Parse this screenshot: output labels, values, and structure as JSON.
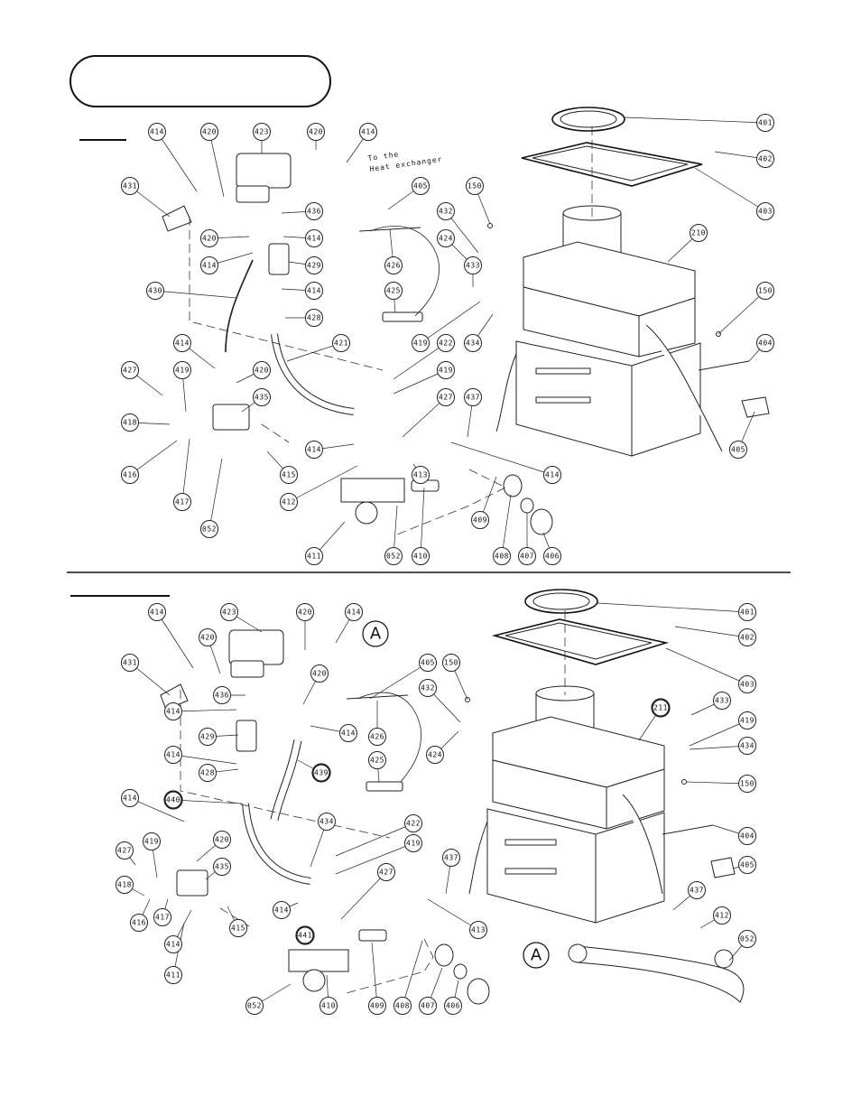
{
  "note": {
    "line1": "To the",
    "line2": "Heat exchanger"
  },
  "detail_label": "A",
  "callouts_top": [
    {
      "id": "414",
      "bold": false
    },
    {
      "id": "420",
      "bold": false
    },
    {
      "id": "423",
      "bold": false
    },
    {
      "id": "420",
      "bold": false
    },
    {
      "id": "414",
      "bold": false
    },
    {
      "id": "401",
      "bold": false
    },
    {
      "id": "402",
      "bold": false
    },
    {
      "id": "403",
      "bold": false
    },
    {
      "id": "431",
      "bold": false
    },
    {
      "id": "405",
      "bold": false
    },
    {
      "id": "150",
      "bold": false
    },
    {
      "id": "436",
      "bold": false
    },
    {
      "id": "420",
      "bold": false
    },
    {
      "id": "414",
      "bold": false
    },
    {
      "id": "432",
      "bold": false
    },
    {
      "id": "210",
      "bold": false
    },
    {
      "id": "414",
      "bold": false
    },
    {
      "id": "429",
      "bold": false
    },
    {
      "id": "424",
      "bold": false
    },
    {
      "id": "426",
      "bold": false
    },
    {
      "id": "433",
      "bold": false
    },
    {
      "id": "430",
      "bold": false
    },
    {
      "id": "414",
      "bold": false
    },
    {
      "id": "150",
      "bold": false
    },
    {
      "id": "425",
      "bold": false
    },
    {
      "id": "428",
      "bold": false
    },
    {
      "id": "421",
      "bold": false
    },
    {
      "id": "419",
      "bold": false
    },
    {
      "id": "422",
      "bold": false
    },
    {
      "id": "434",
      "bold": false
    },
    {
      "id": "414",
      "bold": false
    },
    {
      "id": "404",
      "bold": false
    },
    {
      "id": "427",
      "bold": false
    },
    {
      "id": "419",
      "bold": false
    },
    {
      "id": "420",
      "bold": false
    },
    {
      "id": "419",
      "bold": false
    },
    {
      "id": "435",
      "bold": false
    },
    {
      "id": "427",
      "bold": false
    },
    {
      "id": "437",
      "bold": false
    },
    {
      "id": "418",
      "bold": false
    },
    {
      "id": "405",
      "bold": false
    },
    {
      "id": "416",
      "bold": false
    },
    {
      "id": "414",
      "bold": false
    },
    {
      "id": "415",
      "bold": false
    },
    {
      "id": "413",
      "bold": false
    },
    {
      "id": "414",
      "bold": false
    },
    {
      "id": "417",
      "bold": false
    },
    {
      "id": "412",
      "bold": false
    },
    {
      "id": "409",
      "bold": false
    },
    {
      "id": "052",
      "bold": false
    },
    {
      "id": "411",
      "bold": false
    },
    {
      "id": "052",
      "bold": false
    },
    {
      "id": "410",
      "bold": false
    },
    {
      "id": "408",
      "bold": false
    },
    {
      "id": "407",
      "bold": false
    },
    {
      "id": "406",
      "bold": false
    }
  ],
  "callouts_bottom": [
    {
      "id": "414",
      "bold": false
    },
    {
      "id": "423",
      "bold": false
    },
    {
      "id": "420",
      "bold": false
    },
    {
      "id": "414",
      "bold": false
    },
    {
      "id": "401",
      "bold": false
    },
    {
      "id": "402",
      "bold": false
    },
    {
      "id": "420",
      "bold": false
    },
    {
      "id": "431",
      "bold": false
    },
    {
      "id": "420",
      "bold": false
    },
    {
      "id": "405",
      "bold": false
    },
    {
      "id": "150",
      "bold": false
    },
    {
      "id": "403",
      "bold": false
    },
    {
      "id": "436",
      "bold": false
    },
    {
      "id": "211",
      "bold": true
    },
    {
      "id": "414",
      "bold": false
    },
    {
      "id": "432",
      "bold": false
    },
    {
      "id": "433",
      "bold": false
    },
    {
      "id": "419",
      "bold": false
    },
    {
      "id": "429",
      "bold": false
    },
    {
      "id": "414",
      "bold": false
    },
    {
      "id": "426",
      "bold": false
    },
    {
      "id": "424",
      "bold": false
    },
    {
      "id": "434",
      "bold": false
    },
    {
      "id": "414",
      "bold": false
    },
    {
      "id": "425",
      "bold": false
    },
    {
      "id": "428",
      "bold": false
    },
    {
      "id": "439",
      "bold": true
    },
    {
      "id": "150",
      "bold": false
    },
    {
      "id": "414",
      "bold": false
    },
    {
      "id": "440",
      "bold": true
    },
    {
      "id": "434",
      "bold": false
    },
    {
      "id": "422",
      "bold": false
    },
    {
      "id": "404",
      "bold": false
    },
    {
      "id": "420",
      "bold": false
    },
    {
      "id": "419",
      "bold": false
    },
    {
      "id": "427",
      "bold": false
    },
    {
      "id": "419",
      "bold": false
    },
    {
      "id": "435",
      "bold": false
    },
    {
      "id": "437",
      "bold": false
    },
    {
      "id": "405",
      "bold": false
    },
    {
      "id": "427",
      "bold": false
    },
    {
      "id": "418",
      "bold": false
    },
    {
      "id": "437",
      "bold": false
    },
    {
      "id": "416",
      "bold": false
    },
    {
      "id": "417",
      "bold": false
    },
    {
      "id": "415",
      "bold": false
    },
    {
      "id": "414",
      "bold": false
    },
    {
      "id": "413",
      "bold": false
    },
    {
      "id": "414",
      "bold": false
    },
    {
      "id": "412",
      "bold": false
    },
    {
      "id": "441",
      "bold": true
    },
    {
      "id": "052",
      "bold": false
    },
    {
      "id": "411",
      "bold": false
    },
    {
      "id": "052",
      "bold": false
    },
    {
      "id": "410",
      "bold": false
    },
    {
      "id": "409",
      "bold": false
    },
    {
      "id": "408",
      "bold": false
    },
    {
      "id": "407",
      "bold": false
    },
    {
      "id": "406",
      "bold": false
    }
  ]
}
